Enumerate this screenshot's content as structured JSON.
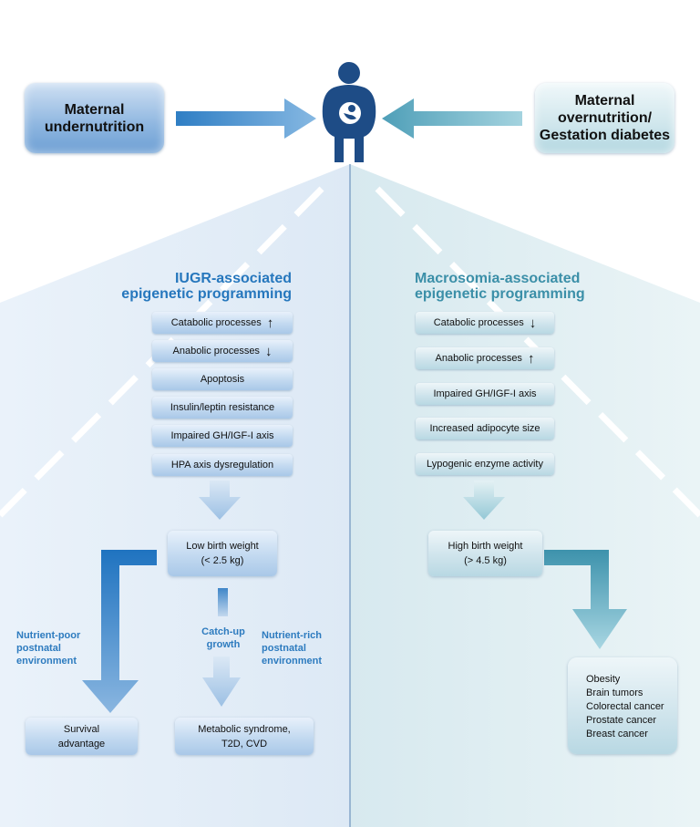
{
  "top": {
    "left_label": "Maternal\nundernutrition",
    "right_label": "Maternal\novernutrition/\nGestation diabetes",
    "mother_icon": "pregnant-woman-icon"
  },
  "left": {
    "title": "IUGR-associated\nepigenetic programming",
    "items": [
      {
        "label": "Catabolic processes",
        "arrow": "↑"
      },
      {
        "label": "Anabolic processes",
        "arrow": "↓"
      },
      {
        "label": "Apoptosis"
      },
      {
        "label": "Insulin/leptin resistance"
      },
      {
        "label": "Impaired GH/IGF-I axis"
      },
      {
        "label": "HPA axis dysregulation"
      }
    ],
    "outcome": "Low birth weight\n(< 2.5 kg)",
    "poor_env": "Nutrient-poor\npostnatal\nenvironment",
    "catchup": "Catch-up\ngrowth",
    "rich_env": "Nutrient-rich\npostnatal\nenvironment",
    "survival": "Survival\nadvantage",
    "metabolic": "Metabolic syndrome,\nT2D, CVD"
  },
  "right": {
    "title": "Macrosomia-associated\nepigenetic programming",
    "items": [
      {
        "label": "Catabolic processes",
        "arrow": "↓"
      },
      {
        "label": "Anabolic processes",
        "arrow": "↑"
      },
      {
        "label": "Impaired GH/IGF-I axis"
      },
      {
        "label": "Increased adipocyte size"
      },
      {
        "label": "Lypogenic enzyme activity"
      }
    ],
    "outcome": "High birth weight\n(> 4.5 kg)",
    "diseases": [
      "Obesity",
      "Brain tumors",
      "Colorectal cancer",
      "Prostate cancer",
      "Breast cancer"
    ]
  },
  "colors": {
    "left_title": "#2677bd",
    "right_title": "#3b8fa8",
    "figure": "#1e4c86",
    "divider": "#6f95bd"
  }
}
